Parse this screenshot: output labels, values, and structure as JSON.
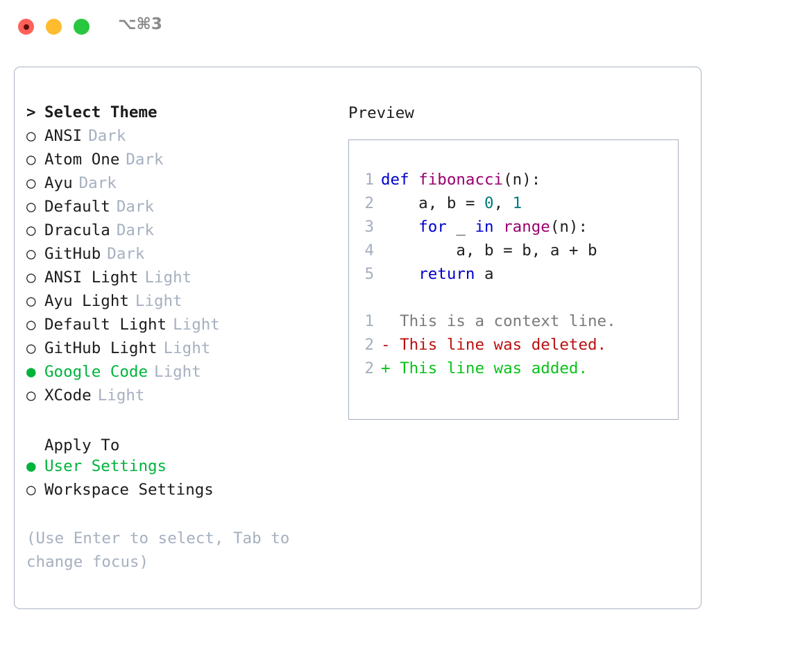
{
  "titlebar": {
    "shortcut": "⌥⌘3",
    "lights": [
      {
        "name": "close",
        "color": "#ff6159"
      },
      {
        "name": "minimize",
        "color": "#febc2e"
      },
      {
        "name": "maximize",
        "color": "#29c73f"
      }
    ]
  },
  "theme_picker": {
    "header_marker": ">",
    "header": "Select Theme",
    "items": [
      {
        "marker": "○",
        "selected": false,
        "label": "ANSI",
        "tag": "Dark"
      },
      {
        "marker": "○",
        "selected": false,
        "label": "Atom One",
        "tag": "Dark"
      },
      {
        "marker": "○",
        "selected": false,
        "label": "Ayu",
        "tag": "Dark"
      },
      {
        "marker": "○",
        "selected": false,
        "label": "Default",
        "tag": "Dark"
      },
      {
        "marker": "○",
        "selected": false,
        "label": "Dracula",
        "tag": "Dark"
      },
      {
        "marker": "○",
        "selected": false,
        "label": "GitHub",
        "tag": "Dark"
      },
      {
        "marker": "○",
        "selected": false,
        "label": "ANSI Light",
        "tag": "Light"
      },
      {
        "marker": "○",
        "selected": false,
        "label": "Ayu Light",
        "tag": "Light"
      },
      {
        "marker": "○",
        "selected": false,
        "label": "Default Light",
        "tag": "Light"
      },
      {
        "marker": "○",
        "selected": false,
        "label": "GitHub Light",
        "tag": "Light"
      },
      {
        "marker": "●",
        "selected": true,
        "label": "Google Code",
        "tag": "Light"
      },
      {
        "marker": "○",
        "selected": false,
        "label": "XCode",
        "tag": "Light"
      }
    ]
  },
  "apply_to": {
    "title": "Apply To",
    "items": [
      {
        "marker": "●",
        "selected": true,
        "label": "User Settings"
      },
      {
        "marker": "○",
        "selected": false,
        "label": "Workspace Settings"
      }
    ]
  },
  "hint": "(Use Enter to select, Tab to change focus)",
  "preview": {
    "title": "Preview",
    "code_lines": [
      {
        "no": "1",
        "tokens": [
          {
            "t": "def",
            "c": "kw"
          },
          {
            "t": " ",
            "c": "plain"
          },
          {
            "t": "fibonacci",
            "c": "fn"
          },
          {
            "t": "(n):",
            "c": "plain"
          }
        ]
      },
      {
        "no": "2",
        "tokens": [
          {
            "t": "    a, b = ",
            "c": "plain"
          },
          {
            "t": "0",
            "c": "num"
          },
          {
            "t": ", ",
            "c": "plain"
          },
          {
            "t": "1",
            "c": "num"
          }
        ]
      },
      {
        "no": "3",
        "tokens": [
          {
            "t": "    ",
            "c": "plain"
          },
          {
            "t": "for",
            "c": "kw"
          },
          {
            "t": " _ ",
            "c": "plain"
          },
          {
            "t": "in",
            "c": "kw"
          },
          {
            "t": " ",
            "c": "plain"
          },
          {
            "t": "range",
            "c": "fn"
          },
          {
            "t": "(n):",
            "c": "plain"
          }
        ]
      },
      {
        "no": "4",
        "tokens": [
          {
            "t": "        a, b = b, a + b",
            "c": "plain"
          }
        ]
      },
      {
        "no": "5",
        "tokens": [
          {
            "t": "    ",
            "c": "plain"
          },
          {
            "t": "return",
            "c": "kw"
          },
          {
            "t": " a",
            "c": "plain"
          }
        ]
      }
    ],
    "diff_lines": [
      {
        "no": "1",
        "text": "  This is a context line.",
        "kind": "ctx"
      },
      {
        "no": "2",
        "text": "- This line was deleted.",
        "kind": "del"
      },
      {
        "no": "2",
        "text": "+ This line was added.",
        "kind": "add"
      }
    ]
  },
  "colors": {
    "accent_green": "#00b33c",
    "muted": "#a6b0c0",
    "keyword": "#0000cc",
    "function": "#99006f",
    "number": "#007b7b",
    "diff_delete": "#bb1111",
    "diff_add": "#0ac21a",
    "border": "#aab3c2"
  }
}
